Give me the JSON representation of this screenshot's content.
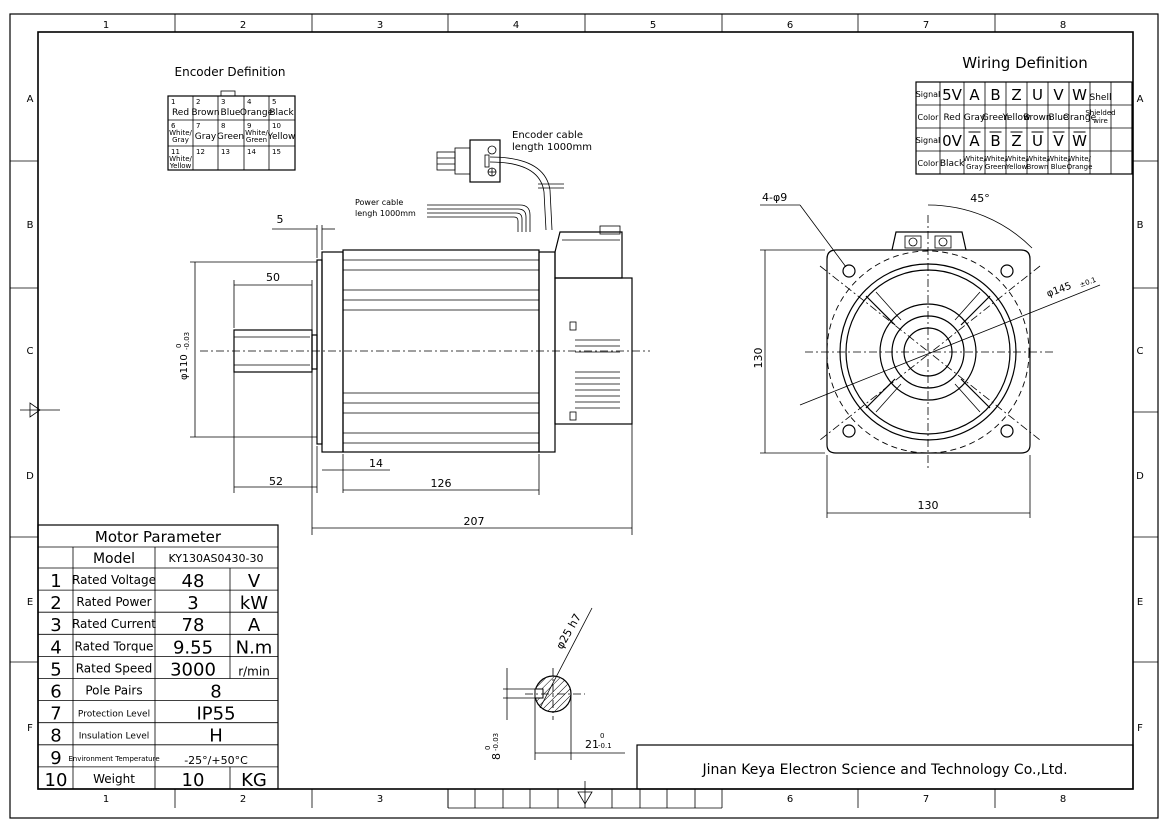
{
  "frame": {
    "columns": [
      "1",
      "2",
      "3",
      "4",
      "5",
      "6",
      "7",
      "8"
    ],
    "rows": [
      "A",
      "B",
      "C",
      "D",
      "E",
      "F"
    ]
  },
  "encoder": {
    "title": "Encoder Definition",
    "pins": [
      {
        "num": "1",
        "color": "Red"
      },
      {
        "num": "2",
        "color": "Brown"
      },
      {
        "num": "3",
        "color": "Blue"
      },
      {
        "num": "4",
        "color": "Orange"
      },
      {
        "num": "5",
        "color": "Black"
      },
      {
        "num": "6",
        "color": "White/\nGray"
      },
      {
        "num": "7",
        "color": "Gray"
      },
      {
        "num": "8",
        "color": "Green"
      },
      {
        "num": "9",
        "color": "White/\nGreen"
      },
      {
        "num": "10",
        "color": "Yellow"
      },
      {
        "num": "11",
        "color": "White/\nYellow"
      },
      {
        "num": "12",
        "color": ""
      },
      {
        "num": "13",
        "color": ""
      },
      {
        "num": "14",
        "color": ""
      },
      {
        "num": "15",
        "color": ""
      }
    ]
  },
  "wiring": {
    "title": "Wiring Definition",
    "row1_label": "Signal",
    "row1": [
      "5V",
      "A",
      "B",
      "Z",
      "U",
      "V",
      "W",
      "Shell"
    ],
    "row2_label": "Color",
    "row2": [
      "Red",
      "Gray",
      "Green",
      "Yellow",
      "Brown",
      "Blue",
      "Orange",
      "Shielded wire"
    ],
    "row3_label": "Signal",
    "row3": [
      "0V",
      "A",
      "B",
      "Z",
      "U",
      "V",
      "W",
      ""
    ],
    "row4_label": "Color",
    "row4": [
      "Black",
      "White/\nGray",
      "White/\nGreen",
      "White/\nYellow",
      "White/\nBrown",
      "White/\nBlue",
      "White/\nOrange",
      ""
    ]
  },
  "cables": {
    "encoder_cable_line1": "Encoder cable",
    "encoder_cable_line2": "length 1000mm",
    "power_cable_line1": "Power cable",
    "power_cable_line2": "lengh 1000mm"
  },
  "dims": {
    "d5": "5",
    "d50": "50",
    "d52": "52",
    "d14": "14",
    "d126": "126",
    "d207": "207",
    "d130_v": "130",
    "d130_h": "130",
    "d4phi9": "4-φ9",
    "d45": "45°",
    "d145": "φ145",
    "d145_tol": "±0.1",
    "phi110": "φ110",
    "phi110_tol_up": "0",
    "phi110_tol_dn": "-0.03",
    "phi25": "φ25 h7",
    "d8": "8",
    "d8_tol_up": "0",
    "d8_tol_dn": "-0.03",
    "d21": "21",
    "d21_tol_up": "0",
    "d21_tol_dn": "-0.1"
  },
  "motor": {
    "title": "Motor Parameter",
    "model_label": "Model",
    "model_value": "KY130AS0430-30",
    "rows": [
      {
        "n": "1",
        "label": "Rated Voltage",
        "value": "48",
        "unit": "V"
      },
      {
        "n": "2",
        "label": "Rated Power",
        "value": "3",
        "unit": "kW"
      },
      {
        "n": "3",
        "label": "Rated Current",
        "value": "78",
        "unit": "A"
      },
      {
        "n": "4",
        "label": "Rated Torque",
        "value": "9.55",
        "unit": "N.m"
      },
      {
        "n": "5",
        "label": "Rated Speed",
        "value": "3000",
        "unit": "r/min"
      },
      {
        "n": "6",
        "label": "Pole Pairs",
        "value": "8",
        "unit": ""
      },
      {
        "n": "7",
        "label": "Protection Level",
        "value": "IP55",
        "unit": ""
      },
      {
        "n": "8",
        "label": "Insulation Level",
        "value": "H",
        "unit": ""
      },
      {
        "n": "9",
        "label": "Environment Temperature",
        "value": "-25°/+50°C",
        "unit": ""
      },
      {
        "n": "10",
        "label": "Weight",
        "value": "10",
        "unit": "KG"
      }
    ]
  },
  "company": "Jinan Keya Electron Science and Technology Co.,Ltd."
}
